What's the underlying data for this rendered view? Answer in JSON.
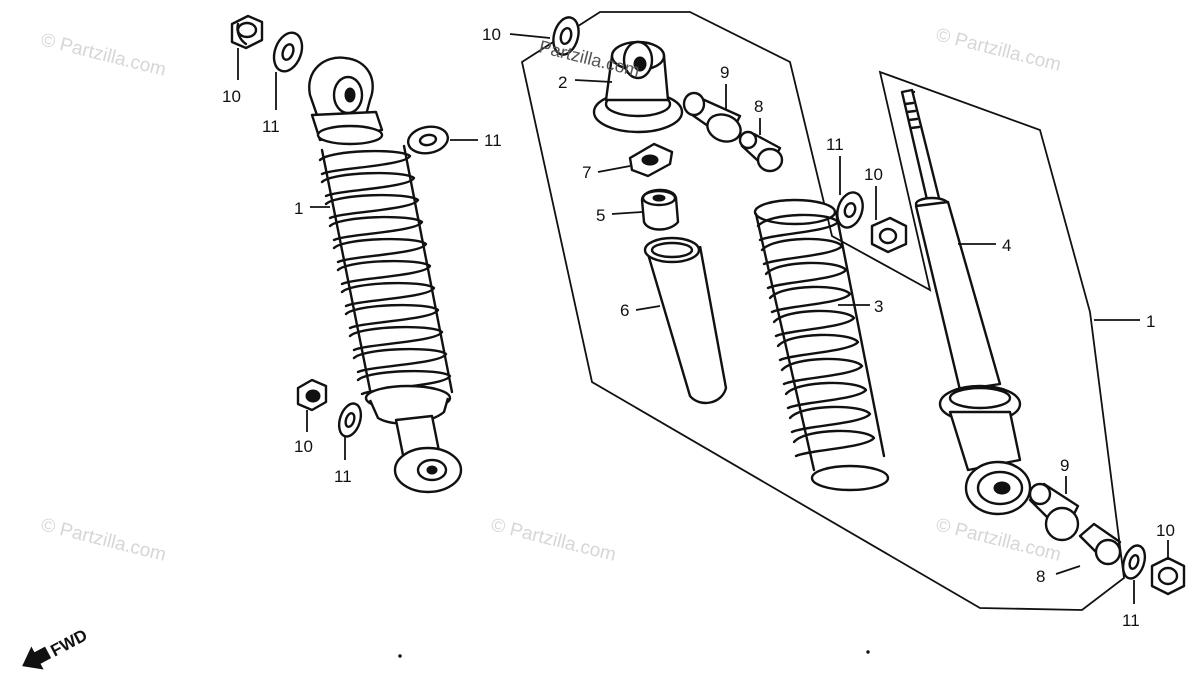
{
  "callouts": {
    "shock_left": "1",
    "shock_right": "1",
    "boot": "2",
    "spring": "3",
    "damper_rod": "4",
    "bump_stop": "5",
    "dust_tube": "6",
    "lock_nut": "7",
    "bushing_upper": "8",
    "bushing_lower": "8",
    "rubber_upper": "9",
    "rubber_lower": "9",
    "nut_top_left": "10",
    "nut_top_center": "10",
    "nut_mid_right": "10",
    "nut_bottom_left": "10",
    "nut_bottom_right": "10",
    "washer_top_left": "11",
    "washer_left_mid": "11",
    "washer_mid_right": "11",
    "washer_bottom_left": "11",
    "washer_bottom_right": "11"
  },
  "fwd_label": "FWD",
  "watermarks": {
    "w1": "© Partzilla.com",
    "w2": "© Partzilla.com",
    "w3": "© Partzilla.com",
    "w4": "© Partzilla.com",
    "w5": "© Partzilla.com",
    "w6": "Partzilla.com"
  },
  "icons": {
    "fwd_arrow": "arrow-down-left-icon"
  }
}
